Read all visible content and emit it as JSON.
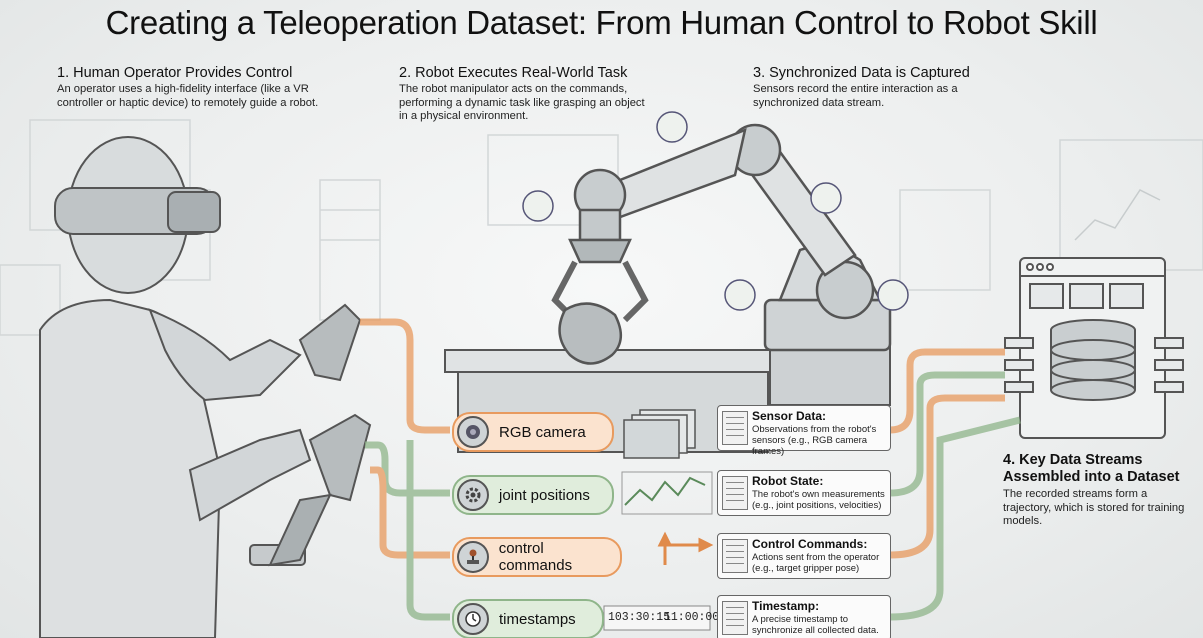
{
  "title": "Creating a Teleoperation Dataset: From Human Control to Robot Skill",
  "steps": [
    {
      "heading": "1. Human Operator Provides Control",
      "text": "An operator uses a high-fidelity interface (like a VR controller or haptic device) to remotely guide a robot."
    },
    {
      "heading": "2. Robot Executes Real-World Task",
      "text": "The robot manipulator acts on the commands, performing a dynamic task like grasping an object in a physical environment."
    },
    {
      "heading": "3. Synchronized Data is Captured",
      "text": "Sensors record the entire interaction as a synchronized data stream."
    },
    {
      "heading": "4. Key Data Streams Assembled into a Dataset",
      "text": "The recorded streams form a trajectory, which is stored for training models."
    }
  ],
  "streams": [
    {
      "label": "RGB camera",
      "color": "#e89a5e",
      "icon": "camera-lens-icon"
    },
    {
      "label": "joint positions",
      "color": "#8fb58a",
      "icon": "gear-icon"
    },
    {
      "label": "control commands",
      "color": "#e89a5e",
      "icon": "joystick-icon"
    },
    {
      "label": "timestamps",
      "color": "#8fb58a",
      "icon": "clock-icon"
    }
  ],
  "cards": [
    {
      "title": "Sensor Data:",
      "desc": "Observations from the robot's sensors (e.g., RGB camera frames)"
    },
    {
      "title": "Robot State:",
      "desc": "The robot's own measurements (e.g., joint positions, velocities)"
    },
    {
      "title": "Control Commands:",
      "desc": "Actions sent from the operator (e.g., target gripper pose)"
    },
    {
      "title": "Timestamp:",
      "desc": "A precise timestamp to synchronize all collected data."
    }
  ],
  "timestamps": [
    "103:30:15",
    "11:00:00"
  ],
  "colors": {
    "orange": "#e89a5e",
    "green": "#8fb58a",
    "line": "#555555"
  }
}
